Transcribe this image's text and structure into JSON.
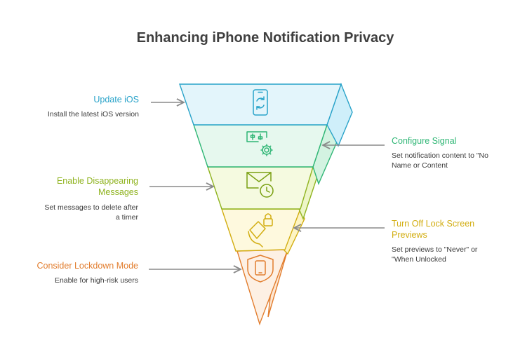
{
  "title": "Enhancing iPhone Notification Privacy",
  "colors": {
    "title": "#3f3f3f",
    "arrow": "#8a8a8a",
    "layer1": "#29a3c9",
    "layer2": "#2fb675",
    "layer3": "#8fb31f",
    "layer4": "#d2ad10",
    "layer5": "#e27d2e"
  },
  "steps": [
    {
      "heading": "Update iOS",
      "description": [
        "Install the latest iOS version"
      ],
      "icon": "phone-refresh-icon"
    },
    {
      "heading": "Configure Signal",
      "description": [
        "Set notification content to \"No",
        "Name or Content"
      ],
      "icon": "settings-sliders-gear-icon"
    },
    {
      "heading": [
        "Enable Disappearing",
        "Messages"
      ],
      "description": [
        "Set messages to delete after",
        "a timer"
      ],
      "icon": "envelope-clock-icon"
    },
    {
      "heading": [
        "Turn Off Lock Screen",
        "Previews"
      ],
      "description": [
        "Set previews to \"Never\" or",
        "\"When Unlocked"
      ],
      "icon": "hand-lock-icon"
    },
    {
      "heading": "Consider Lockdown Mode",
      "description": [
        "Enable for high-risk users"
      ],
      "icon": "shield-phone-icon"
    }
  ]
}
